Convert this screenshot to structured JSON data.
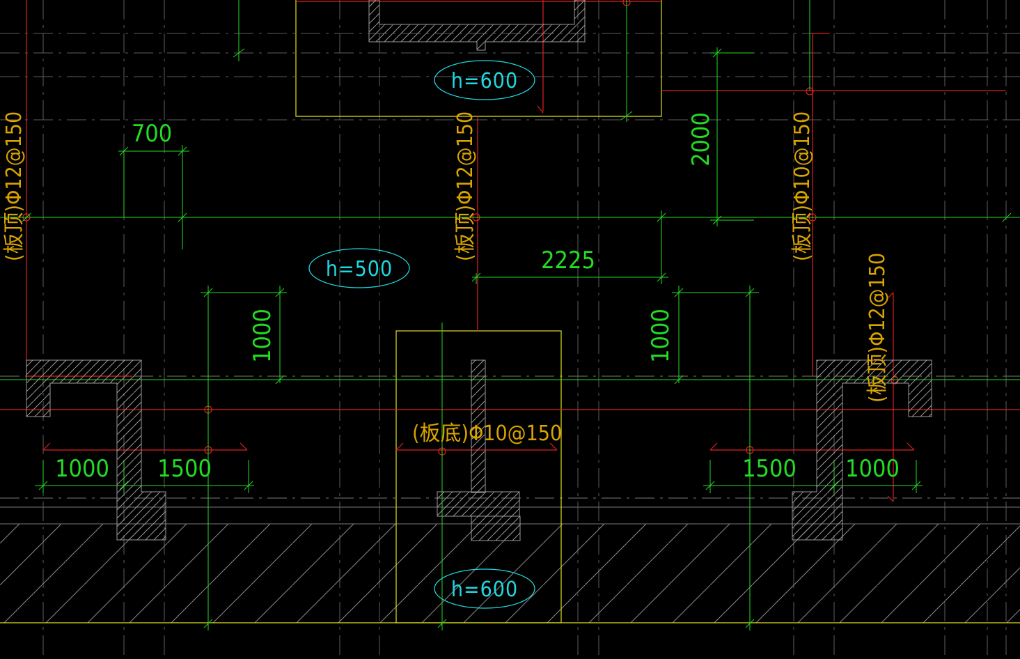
{
  "colors": {
    "background": "#000000",
    "axis": "#6a6a6a",
    "axis_dash": "#8a8a8a",
    "dimension": "#22dd22",
    "rebar_line": "#e02020",
    "rebar_text": "#d9a300",
    "slab_outline": "#e0e020",
    "wall_hatch": "#9a9a9a",
    "thickness_tag": "#20d8e0"
  },
  "thickness_tags": {
    "top": "h=600",
    "middle": "h=500",
    "bottom": "h=600"
  },
  "rebar_labels": {
    "left": "(板顶)Φ12@150",
    "center": "(板顶)Φ12@150",
    "right": "(板顶)Φ10@150",
    "far_right": "(板顶)Φ12@150",
    "bottom": "(板底)Φ10@150"
  },
  "dimensions": {
    "d700": "700",
    "d2225": "2225",
    "d2000": "2000",
    "d1000_left_vertical": "1000",
    "d1000_right_vertical": "1000",
    "d1000_bottom_left": "1000",
    "d1500_bottom_left": "1500",
    "d1500_bottom_right": "1500",
    "d1000_bottom_right": "1000"
  }
}
